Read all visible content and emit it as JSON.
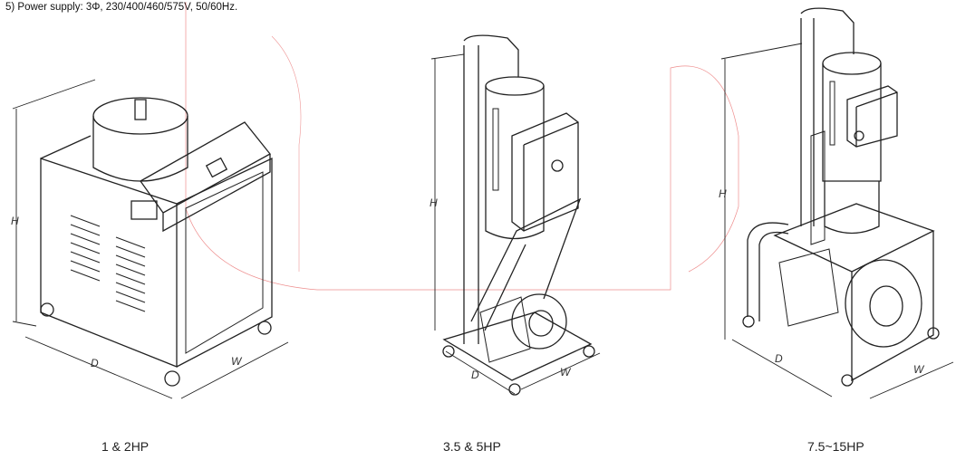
{
  "header": {
    "note": "5) Power supply: 3Φ, 230/400/460/575V, 50/60Hz."
  },
  "models": [
    {
      "caption": "1 & 2HP",
      "dim_h": "H",
      "dim_d": "D",
      "dim_w": "W"
    },
    {
      "caption": "3.5 & 5HP",
      "dim_h": "H",
      "dim_d": "D",
      "dim_w": "W"
    },
    {
      "caption": "7.5~15HP",
      "dim_h": "H",
      "dim_d": "D",
      "dim_w": "W"
    }
  ],
  "colors": {
    "line": "#222222",
    "overlay": "#e03030"
  }
}
